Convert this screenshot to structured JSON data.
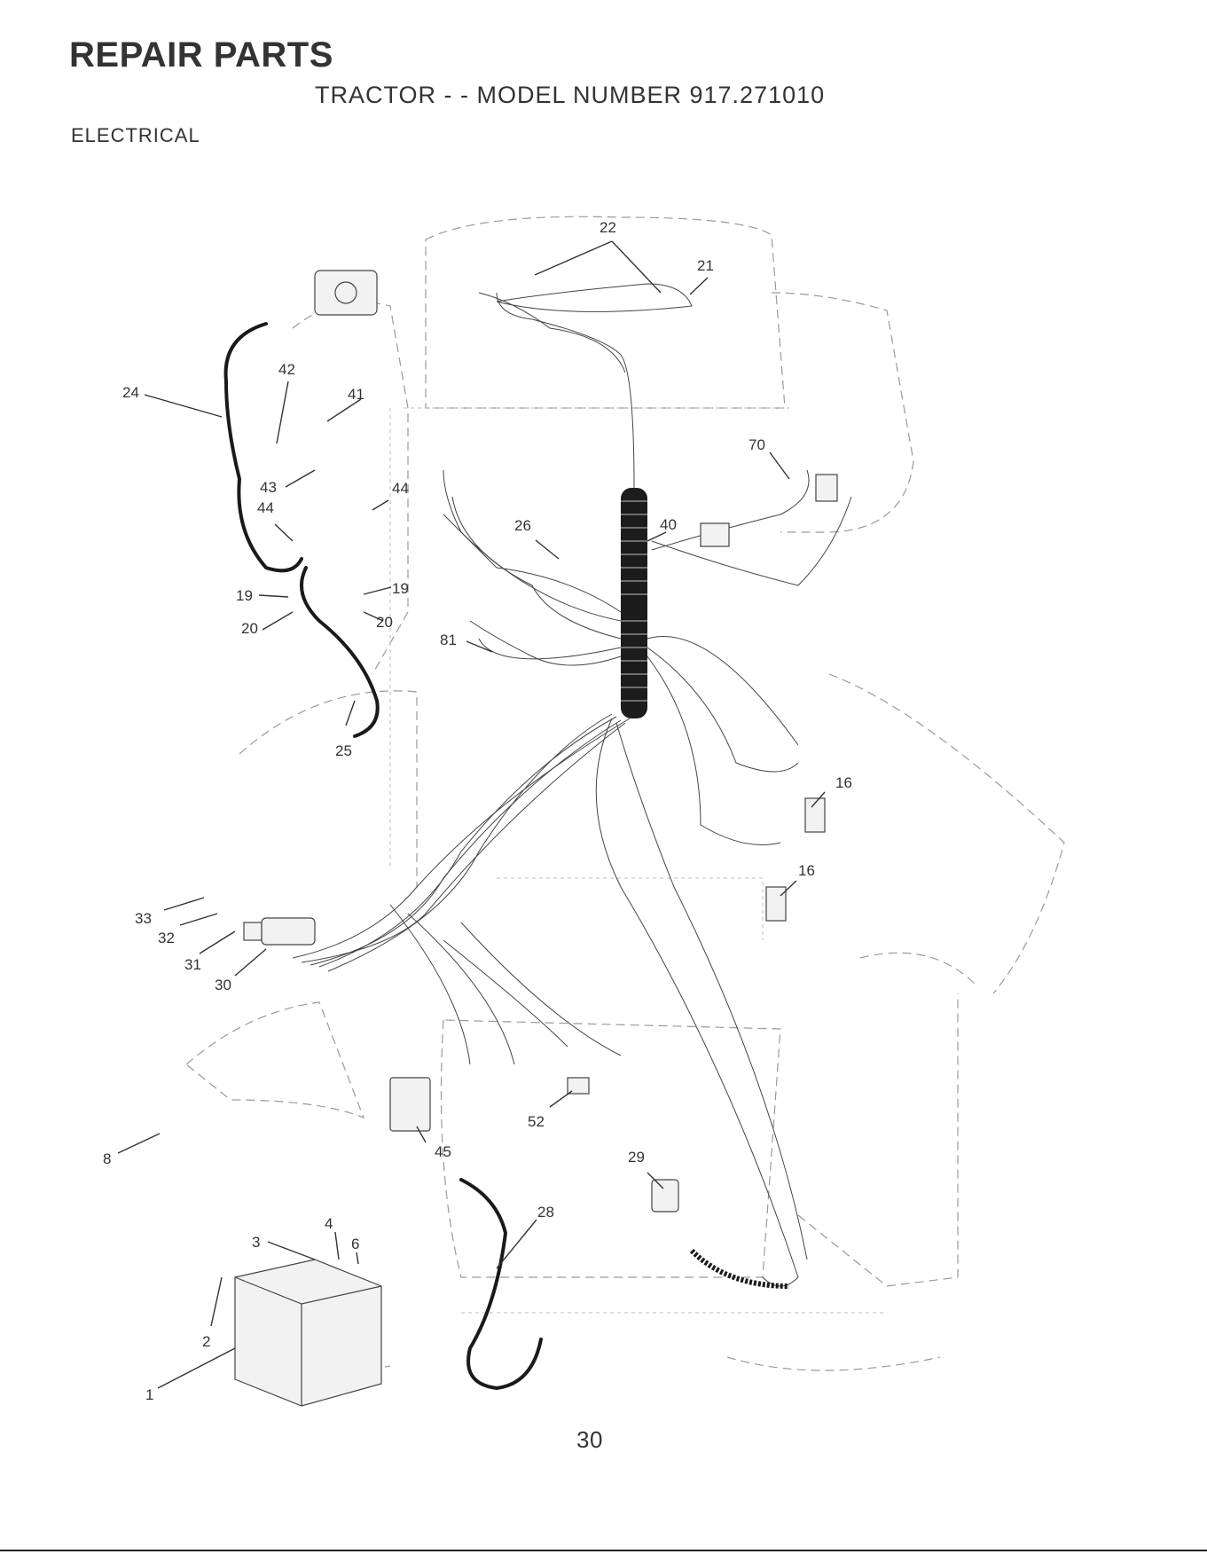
{
  "header": {
    "title": "REPAIR PARTS",
    "subtitle": "TRACTOR - - MODEL NUMBER 917.271010",
    "section": "ELECTRICAL"
  },
  "page_number": "30",
  "callouts": [
    "22",
    "21",
    "24",
    "42",
    "41",
    "70",
    "43",
    "44",
    "44",
    "26",
    "40",
    "19",
    "19",
    "20",
    "20",
    "81",
    "25",
    "16",
    "16",
    "33",
    "32",
    "31",
    "30",
    "52",
    "45",
    "8",
    "29",
    "28",
    "4",
    "6",
    "3",
    "2",
    "1"
  ]
}
